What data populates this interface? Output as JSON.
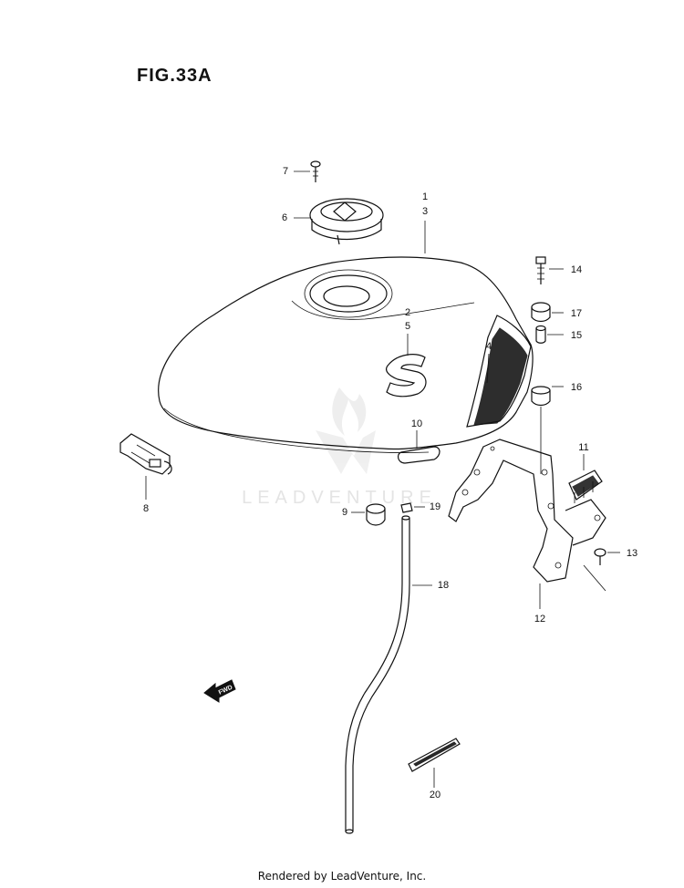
{
  "figure": {
    "title": "FIG.33A"
  },
  "footer": {
    "text": "Rendered by LeadVenture, Inc."
  },
  "watermark": {
    "text": "LEADVENTURE",
    "color": "#e4e4e4"
  },
  "fwd_arrow": {
    "text": "FWD"
  },
  "callouts": {
    "c1": "1",
    "c2": "2",
    "c3": "3",
    "c4": "4",
    "c5": "5",
    "c6": "6",
    "c7": "7",
    "c8": "8",
    "c9": "9",
    "c10": "10",
    "c11": "11",
    "c12": "12",
    "c13": "13",
    "c14": "14",
    "c15": "15",
    "c16": "16",
    "c17": "17",
    "c18": "18",
    "c19": "19",
    "c20": "20"
  }
}
